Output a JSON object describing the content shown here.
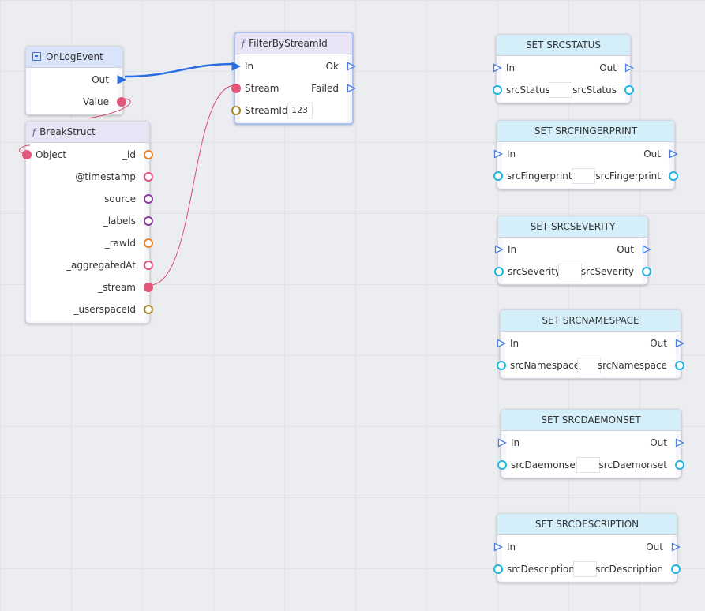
{
  "colors": {
    "exec_wire": "#2a6ee0",
    "stream_wire": "#d64f6f",
    "cyan_pin": "#1fb6e3",
    "orange_pin": "#e8872b",
    "pink_pin": "#e0577a",
    "purple_pin": "#8b3a9e",
    "olive_pin": "#a08a2a",
    "exec_pin_outline": "#4a7fe0"
  },
  "icons": {
    "event": "event-entry-icon",
    "function": "function-f-icon",
    "exec": "exec-triangle-icon",
    "data": "data-circle-icon"
  },
  "onlogevent": {
    "title": "OnLogEvent",
    "out_label": "Out",
    "value_label": "Value"
  },
  "breakstruct": {
    "title": "BreakStruct",
    "input_label": "Object",
    "outputs": [
      {
        "label": "_id"
      },
      {
        "label": "@timestamp"
      },
      {
        "label": "source"
      },
      {
        "label": "_labels"
      },
      {
        "label": "_rawId"
      },
      {
        "label": "_aggregatedAt"
      },
      {
        "label": "_stream"
      },
      {
        "label": "_userspaceId"
      }
    ]
  },
  "filter": {
    "title": "FilterByStreamId",
    "in_label": "In",
    "ok_label": "Ok",
    "stream_label": "Stream",
    "failed_label": "Failed",
    "streamid_label": "StreamId",
    "streamid_value": "123"
  },
  "set_nodes": [
    {
      "title": "SET SRCSTATUS",
      "in_label": "In",
      "out_label": "Out",
      "field_in": "srcStatus",
      "field_out": "srcStatus",
      "value": ""
    },
    {
      "title": "SET SRCFINGERPRINT",
      "in_label": "In",
      "out_label": "Out",
      "field_in": "srcFingerprint",
      "field_out": "srcFingerprint",
      "value": ""
    },
    {
      "title": "SET SRCSEVERITY",
      "in_label": "In",
      "out_label": "Out",
      "field_in": "srcSeverity",
      "field_out": "srcSeverity",
      "value": ""
    },
    {
      "title": "SET SRCNAMESPACE",
      "in_label": "In",
      "out_label": "Out",
      "field_in": "srcNamespace",
      "field_out": "srcNamespace",
      "value": ""
    },
    {
      "title": "SET SRCDAEMONSET",
      "in_label": "In",
      "out_label": "Out",
      "field_in": "srcDaemonset",
      "field_out": "srcDaemonset",
      "value": ""
    },
    {
      "title": "SET SRCDESCRIPTION",
      "in_label": "In",
      "out_label": "Out",
      "field_in": "srcDescription",
      "field_out": "srcDescription",
      "value": ""
    }
  ]
}
